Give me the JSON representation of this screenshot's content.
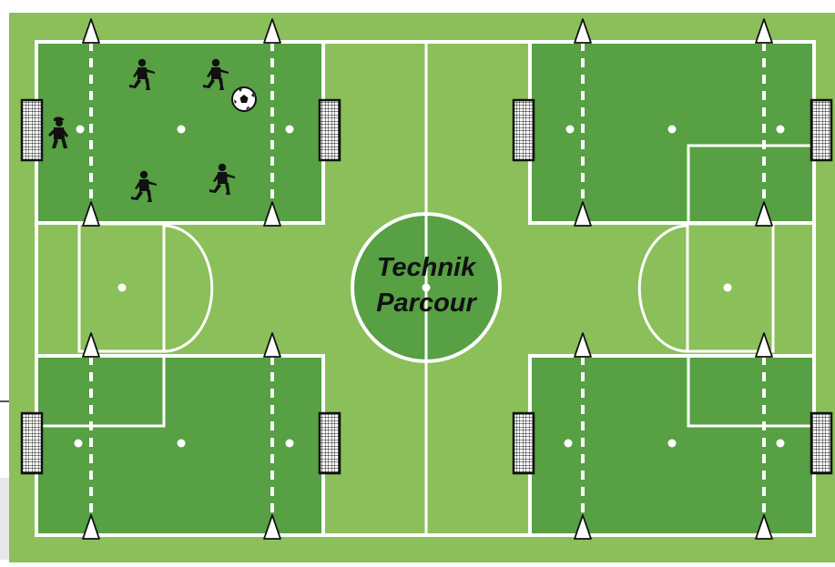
{
  "colors": {
    "light_grass": "#8bbf5a",
    "dark_grass": "#57a043",
    "line": "#ffffff",
    "ink": "#111111"
  },
  "center_circle_text": {
    "line1": "Technik",
    "line2": "Parcour"
  },
  "icons": {
    "cone": "cone-icon",
    "goal": "goal-icon",
    "player": "player-icon",
    "goalkeeper": "goalkeeper-icon",
    "ball": "soccer-ball-icon"
  },
  "zones": [
    {
      "name": "top-left-zone",
      "players": 4,
      "goalkeeper": true,
      "ball": true
    },
    {
      "name": "top-right-zone",
      "players": 0
    },
    {
      "name": "bottom-left-zone",
      "players": 0
    },
    {
      "name": "bottom-right-zone",
      "players": 0
    }
  ]
}
